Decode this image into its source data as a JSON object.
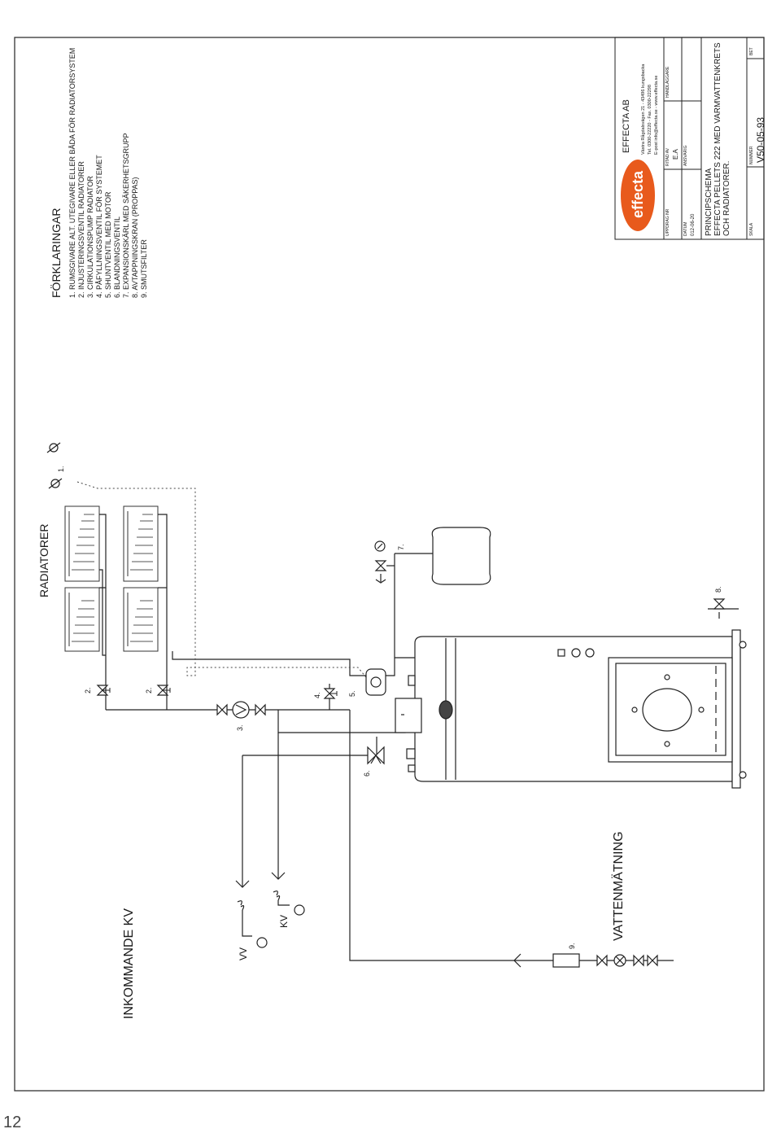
{
  "page_number": "12",
  "labels": {
    "radiatorer": "RADIATORER",
    "vattenmatning": "VATTENMÄTNING",
    "inkommande_kv": "INKOMMANDE KV",
    "vv": "VV",
    "kv": "KV"
  },
  "component_numbers": [
    "1.",
    "2.",
    "2.",
    "3.",
    "4.",
    "5.",
    "6.",
    "7.",
    "8.",
    "9."
  ],
  "legend": {
    "title": "FÖRKLARINGAR",
    "items": [
      "1. RUMSGIVARE ALT. UTEGIVARE ELLER BÅDA FÖR RADIATORSYSTEM",
      "2. INJUSTERINGSVENTIL RADIATORER",
      "3. CIRKULATIONSPUMP RADIATOR",
      "4. PÅFYLLNINGSVENTIL FÖR SYSTEMET",
      "5. SHUNTVENTIL MED MOTOR",
      "6. BLANDNINGSVENTIL",
      "7. EXPANSIONSKÄRL MED SÄKERHETSGRUPP",
      "8. AVTAPPNINGSKRAN (PROPPAS)",
      "9. SMUTSFILTER"
    ]
  },
  "title_block": {
    "logo_text": "effecta",
    "company": "EFFECTA AB",
    "address": "Västra Rågdalsvägen 21 - 43496 kungsbacka",
    "phone": "Tel. 0300-22220 - Fax. 0300-22298",
    "email": "E-post info@effecta.se - www.effecta.se",
    "uppdrag_label": "UPPDRAG NR",
    "ritad_label": "RITAD AV",
    "ritad_value": "E.A",
    "handlaggare_label": "HANDLÄGGARE",
    "datum_label": "DATUM",
    "datum_value": "012-06-20",
    "ansvarig_label": "ANSVARIG",
    "title_line1": "PRINCIPSCHEMA",
    "title_line2": "EFFECTA PELLETS 222  MED VARMVATTENKRETS",
    "title_line3": "OCH RADIATORER.",
    "skala_label": "SKALA",
    "nummer_label": "NUMMER",
    "nummer_value": "V50-05-93",
    "blad_label": "BET"
  }
}
